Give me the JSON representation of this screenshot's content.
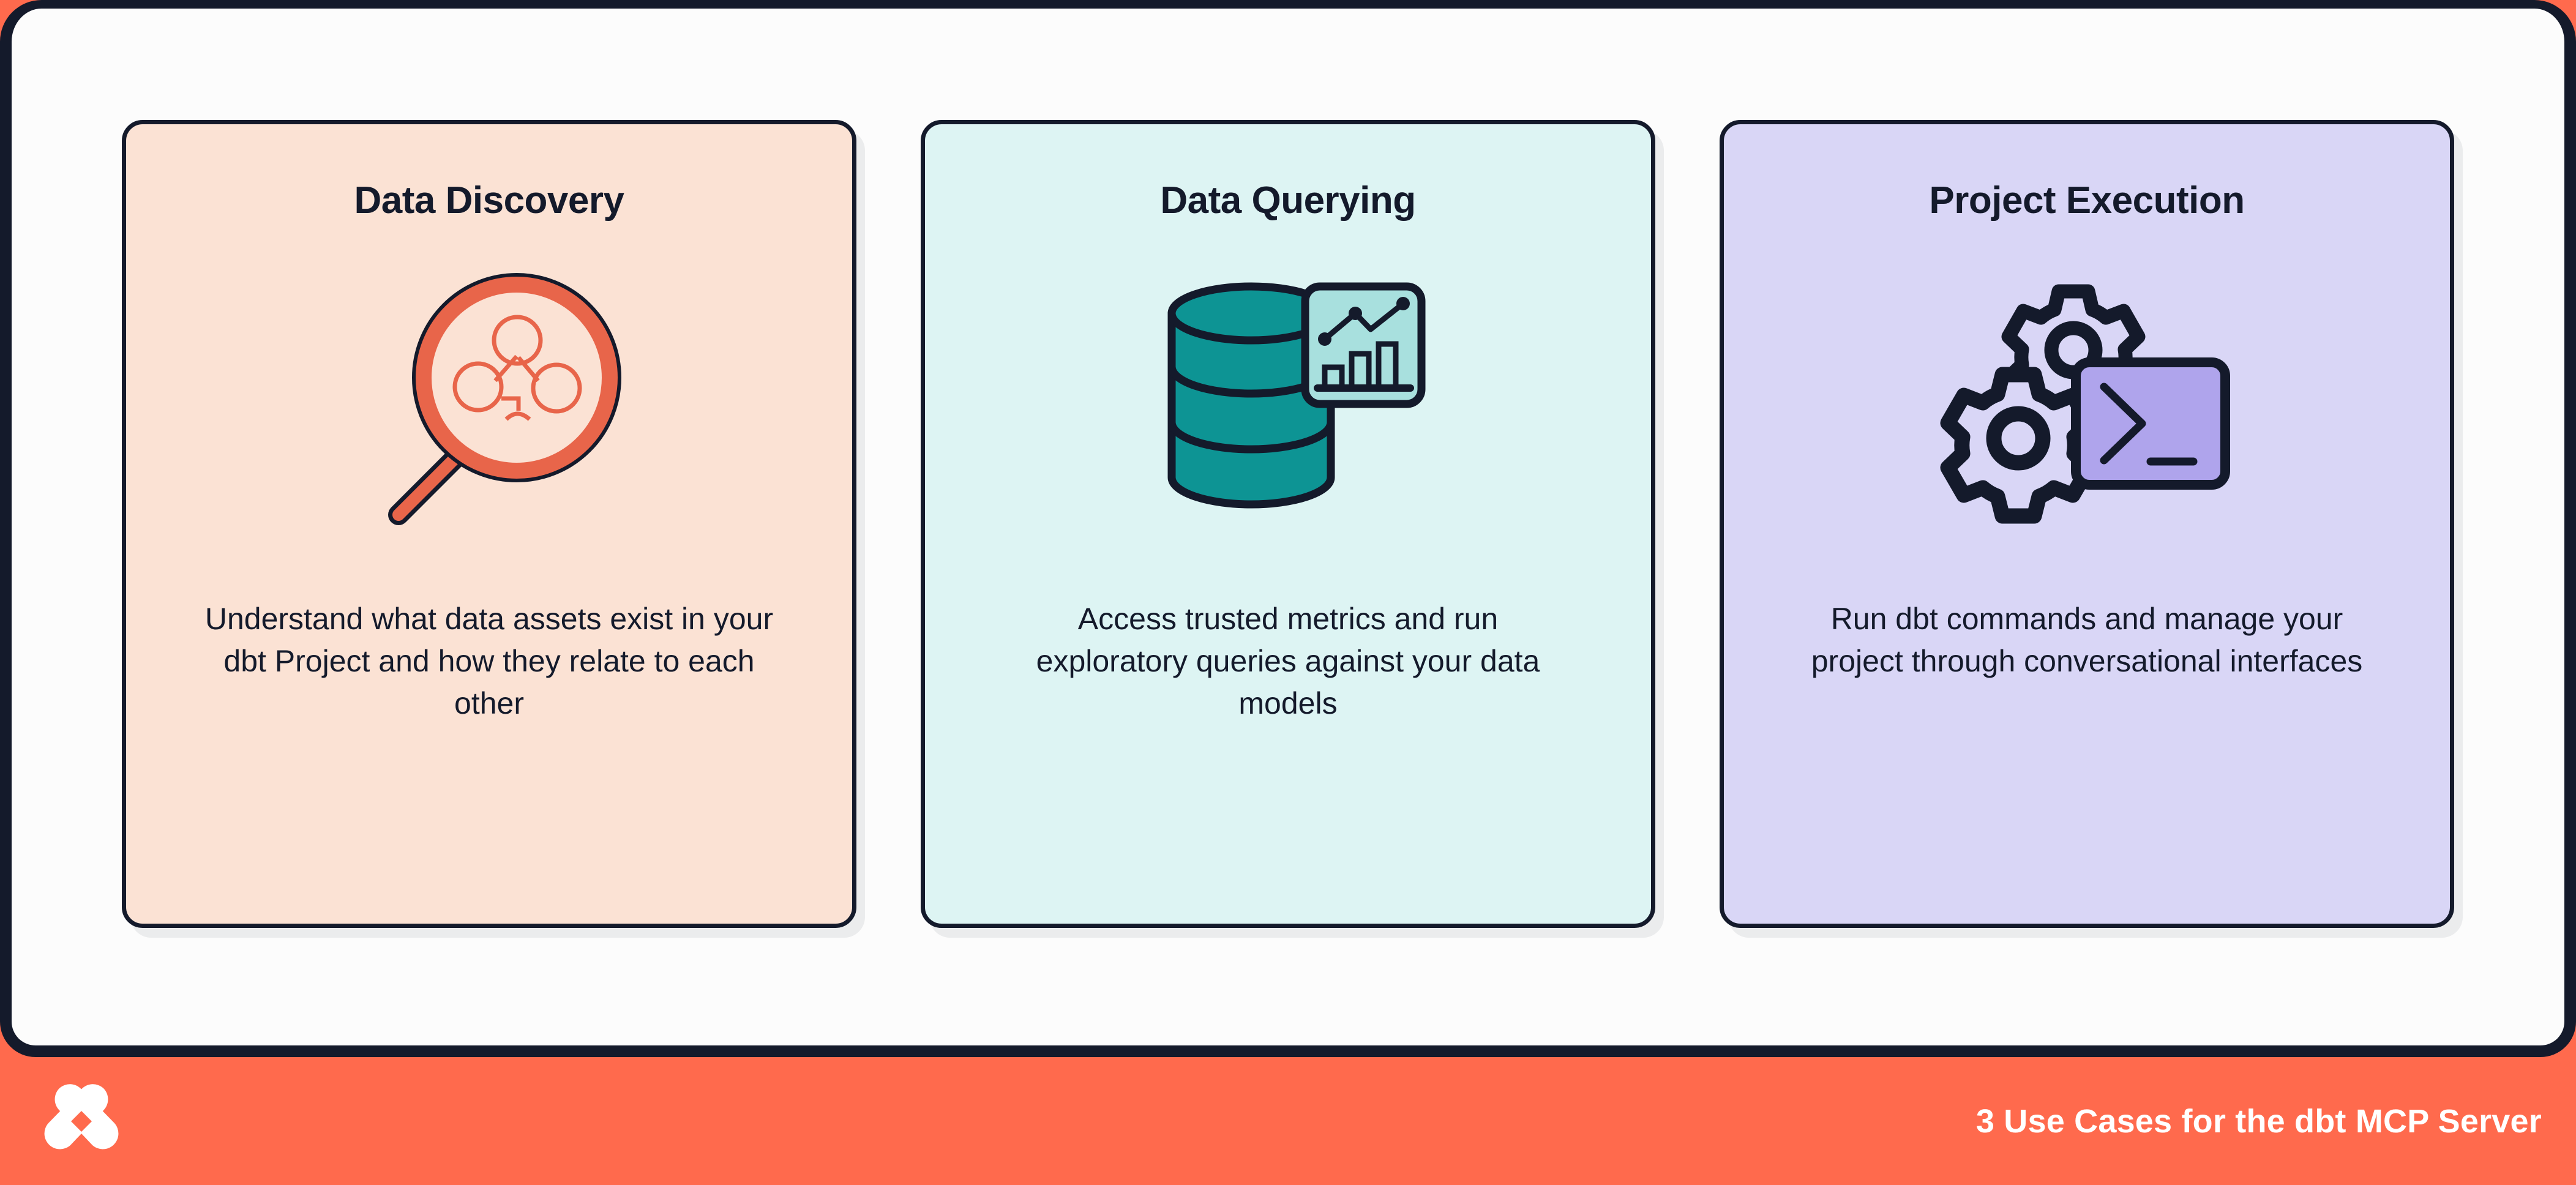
{
  "footer": {
    "caption": "3 Use Cases for the dbt MCP Server",
    "logo_icon": "dbt-logo-icon",
    "background_color": "#FF6A4D",
    "text_color": "#FFFFFF"
  },
  "panel": {
    "background_color": "#FCFCFC",
    "border_color": "#141A2B"
  },
  "cards": [
    {
      "id": "data-discovery",
      "title": "Data Discovery",
      "description": "Understand what data assets exist in your dbt Project and how they relate to each other",
      "icon": "magnifying-glass-lineage-icon",
      "background_color": "#FBE2D4",
      "accent_color": "#E8654A",
      "border_color": "#141A2B"
    },
    {
      "id": "data-querying",
      "title": "Data Querying",
      "description": "Access trusted metrics and run exploratory queries against your data models",
      "icon": "database-chart-icon",
      "background_color": "#DDF4F3",
      "accent_color": "#0D9494",
      "panel_color": "#A8E0DE",
      "border_color": "#141A2B"
    },
    {
      "id": "project-execution",
      "title": "Project Execution",
      "description": "Run dbt commands and manage your project through conversational interfaces",
      "icon": "gears-terminal-icon",
      "background_color": "#D9D6F6",
      "accent_color": "#AFA4EC",
      "border_color": "#141A2B"
    }
  ]
}
